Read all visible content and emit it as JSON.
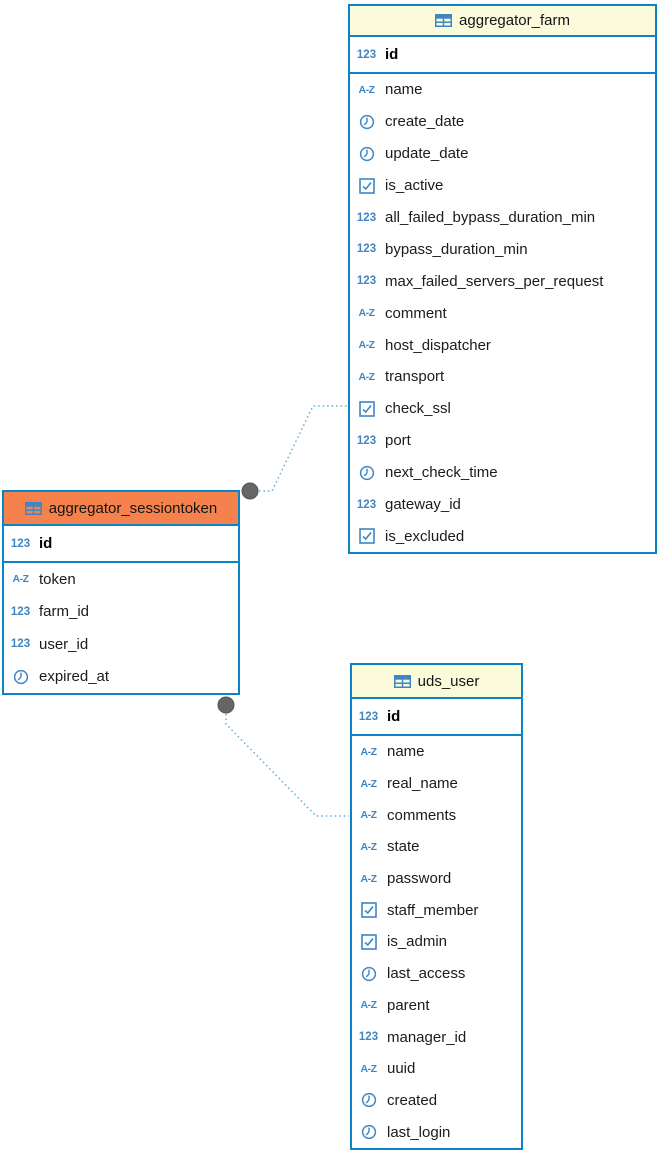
{
  "diagram": {
    "entities": [
      {
        "name": "aggregator_farm",
        "selected": false,
        "primary_key": [
          {
            "icon": "number",
            "label": "id"
          }
        ],
        "columns": [
          {
            "icon": "text",
            "label": "name"
          },
          {
            "icon": "datetime",
            "label": "create_date"
          },
          {
            "icon": "datetime",
            "label": "update_date"
          },
          {
            "icon": "boolean",
            "label": "is_active"
          },
          {
            "icon": "number",
            "label": "all_failed_bypass_duration_min"
          },
          {
            "icon": "number",
            "label": "bypass_duration_min"
          },
          {
            "icon": "number",
            "label": "max_failed_servers_per_request"
          },
          {
            "icon": "text",
            "label": "comment"
          },
          {
            "icon": "text",
            "label": "host_dispatcher"
          },
          {
            "icon": "text",
            "label": "transport"
          },
          {
            "icon": "boolean",
            "label": "check_ssl"
          },
          {
            "icon": "number",
            "label": "port"
          },
          {
            "icon": "datetime",
            "label": "next_check_time"
          },
          {
            "icon": "number",
            "label": "gateway_id"
          },
          {
            "icon": "boolean",
            "label": "is_excluded"
          }
        ]
      },
      {
        "name": "aggregator_sessiontoken",
        "selected": true,
        "primary_key": [
          {
            "icon": "number",
            "label": "id"
          }
        ],
        "columns": [
          {
            "icon": "text",
            "label": "token"
          },
          {
            "icon": "number",
            "label": "farm_id"
          },
          {
            "icon": "number",
            "label": "user_id"
          },
          {
            "icon": "datetime",
            "label": "expired_at"
          }
        ]
      },
      {
        "name": "uds_user",
        "selected": false,
        "primary_key": [
          {
            "icon": "number",
            "label": "id"
          }
        ],
        "columns": [
          {
            "icon": "text",
            "label": "name"
          },
          {
            "icon": "text",
            "label": "real_name"
          },
          {
            "icon": "text",
            "label": "comments"
          },
          {
            "icon": "text",
            "label": "state"
          },
          {
            "icon": "text",
            "label": "password"
          },
          {
            "icon": "boolean",
            "label": "staff_member"
          },
          {
            "icon": "boolean",
            "label": "is_admin"
          },
          {
            "icon": "datetime",
            "label": "last_access"
          },
          {
            "icon": "text",
            "label": "parent"
          },
          {
            "icon": "number",
            "label": "manager_id"
          },
          {
            "icon": "text",
            "label": "uuid"
          },
          {
            "icon": "datetime",
            "label": "created"
          },
          {
            "icon": "datetime",
            "label": "last_login"
          }
        ]
      }
    ],
    "relationships": [
      {
        "from": "aggregator_sessiontoken",
        "to": "aggregator_farm"
      },
      {
        "from": "aggregator_sessiontoken",
        "to": "uds_user"
      }
    ],
    "icon_glyphs": {
      "number": "123",
      "text": "A-Z"
    },
    "colors": {
      "table_border": "#0A84C6",
      "header_bg": "#FBFBDC",
      "selected_header_bg": "#F5824D",
      "icon_blue": "#3E86C4",
      "relationship_line": "#62AEDC",
      "endpoint_gray": "#666666",
      "text": "#1B1B1B"
    }
  }
}
